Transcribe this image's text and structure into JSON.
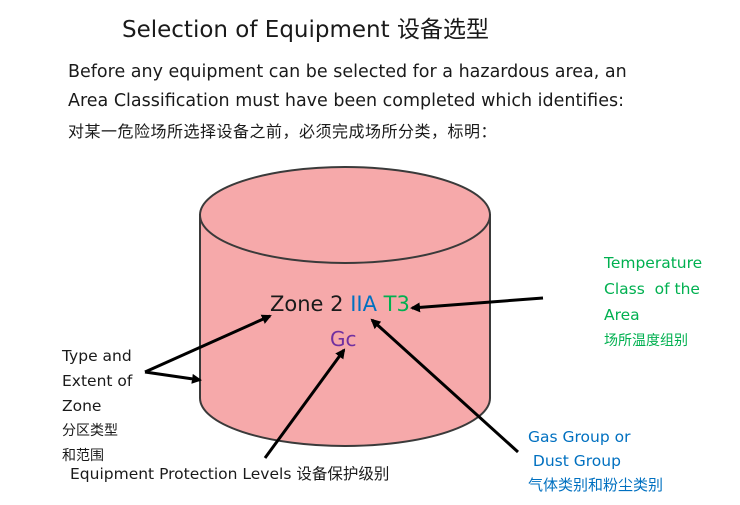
{
  "title": "Selection of Equipment 设备选型",
  "intro": {
    "line1": "Before any equipment can be selected for a hazardous area, an",
    "line2": "Area Classification must have been completed which identifies:",
    "line3": "对某一危险场所选择设备之前，必须完成场所分类，标明："
  },
  "marking": {
    "zone": "Zone 2",
    "gas_group": "IIA",
    "temp_class": "T3",
    "epl": "Gc"
  },
  "labels": {
    "type_zone": {
      "lines": [
        "Type and",
        "Extent of",
        "Zone"
      ],
      "cn_lines": [
        "分区类型",
        "和范围"
      ]
    },
    "temperature": {
      "lines": [
        "Temperature",
        "Class  of the",
        "Area"
      ],
      "cn": "场所温度组别"
    },
    "gas_group": {
      "lines": [
        "Gas Group or",
        " Dust Group"
      ],
      "cn": "气体类别和粉尘类别"
    },
    "epl": "Equipment Protection Levels 设备保护级别"
  },
  "colors": {
    "cylinder_fill": "#f6a9aa",
    "cylinder_stroke": "#3a3a3a",
    "gas_group": "#0070c0",
    "temp_class": "#00b050",
    "epl": "#7030a0",
    "arrow": "#000000"
  }
}
